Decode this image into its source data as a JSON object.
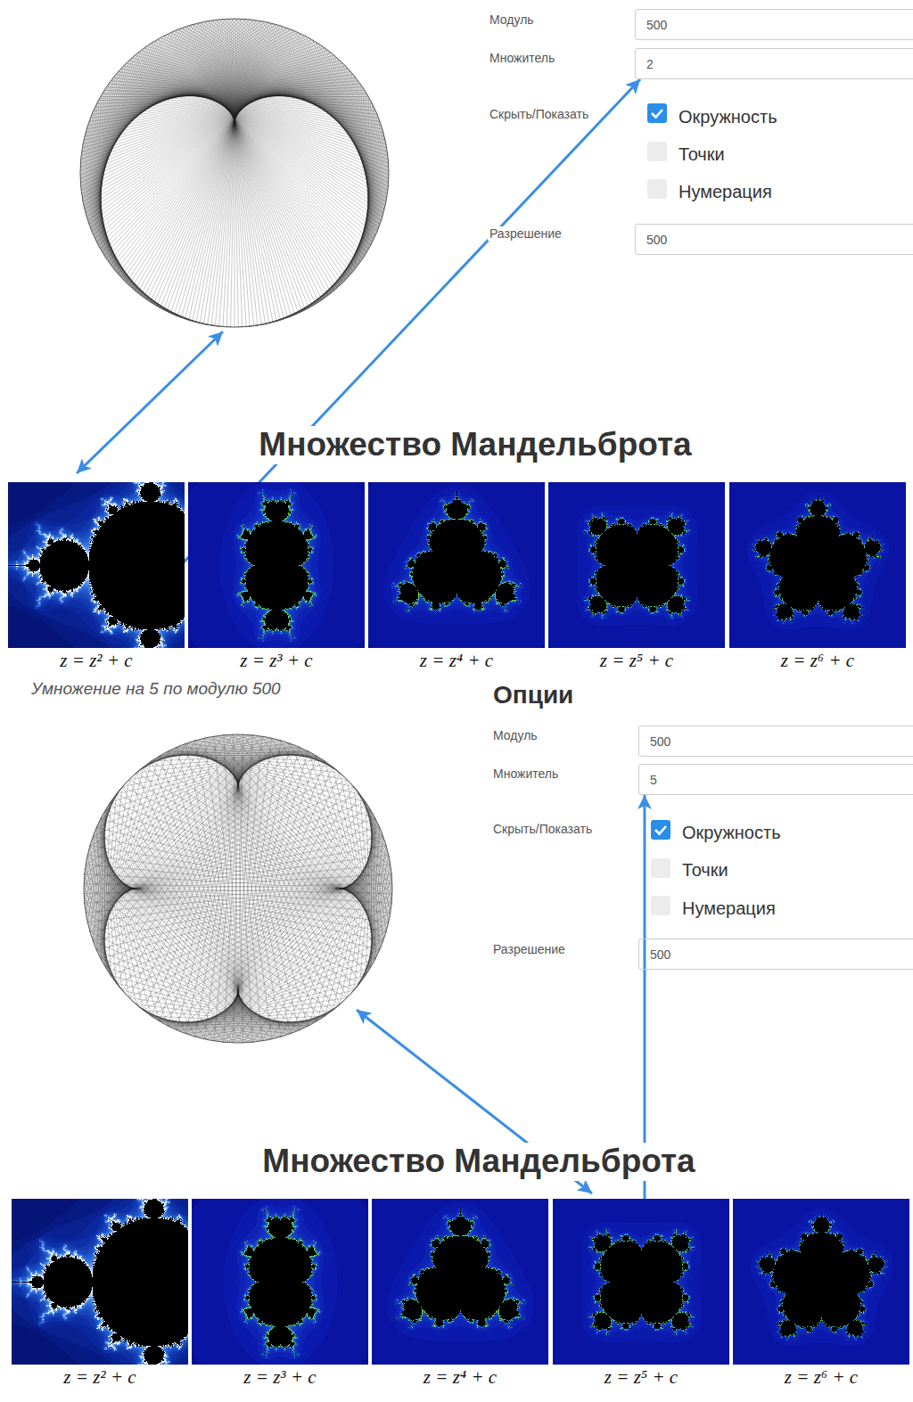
{
  "diagram": {
    "nodes": [
      {
        "text": [
          "500"
        ]
      },
      {
        "text": [
          "2"
        ]
      },
      {
        "text": [
          "500"
        ]
      },
      {
        "text": [
          "z = z² + c"
        ]
      },
      {
        "text": [
          "z = z³ + c"
        ]
      },
      {
        "text": [
          "z = z⁴ + c"
        ]
      },
      {
        "text": [
          "z = z⁵ + c"
        ]
      },
      {
        "text": [
          "z = z⁶ + c"
        ]
      },
      {
        "text": [
          "500"
        ]
      },
      {
        "text": [
          "5"
        ]
      },
      {
        "text": [
          "500"
        ]
      },
      {
        "text": [
          "z = z² + c"
        ]
      },
      {
        "text": [
          "z = z³ + c"
        ]
      },
      {
        "text": [
          "z = z⁴ + c"
        ]
      },
      {
        "text": [
          "z = z⁵ + c"
        ]
      },
      {
        "text": [
          "z = z⁶ + c"
        ]
      }
    ],
    "edges": [
      {
        "from": 1,
        "to": 3,
        "arrow": "both"
      },
      {
        "from": 9,
        "to": 14,
        "arrow": "both"
      }
    ],
    "labels": [
      "Модуль",
      "Множитель",
      "Скрыть/Показать",
      "Окружность",
      "Точки",
      "Нумерация",
      "Разрешение",
      "Множество Мандельброта",
      "Умножение на 5 по модулю 500",
      "Опции",
      "Модуль",
      "Множитель",
      "Скрыть/Показать",
      "Окружность",
      "Точки",
      "Нумерация",
      "Разрешение",
      "Множество Мандельброта"
    ]
  }
}
